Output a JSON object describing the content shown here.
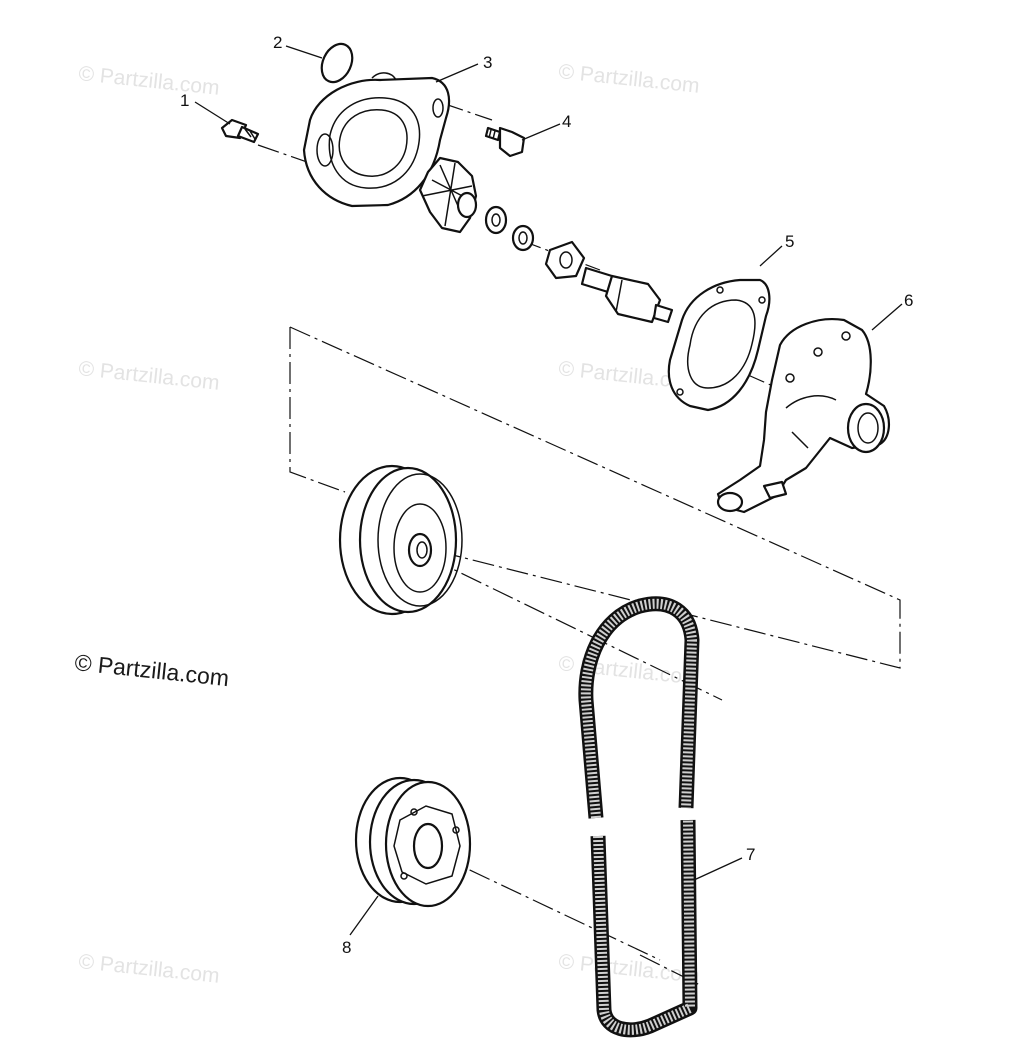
{
  "diagram": {
    "callouts": [
      {
        "id": "1",
        "label": "1"
      },
      {
        "id": "2",
        "label": "2"
      },
      {
        "id": "3",
        "label": "3"
      },
      {
        "id": "4",
        "label": "4"
      },
      {
        "id": "5",
        "label": "5"
      },
      {
        "id": "6",
        "label": "6"
      },
      {
        "id": "7",
        "label": "7"
      },
      {
        "id": "8",
        "label": "8"
      }
    ],
    "watermark_text": "© Partzilla.com",
    "watermark_main": "© Partzilla.com"
  },
  "colors": {
    "line": "#111111",
    "background": "#ffffff",
    "watermark": "#e3e3e3"
  }
}
